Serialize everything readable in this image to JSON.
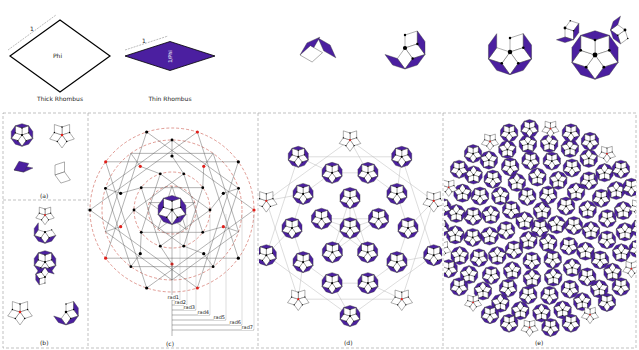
{
  "diagram": {
    "labels": [
      "1",
      "Phi",
      "Thick Rhombus",
      "1",
      "1/Phi",
      "Thin Rhombus",
      "(a)",
      "(b)",
      "(c)",
      "(d)",
      "(e)",
      "rad1",
      "rad2",
      "rad3",
      "rad4",
      "rad5",
      "rad6",
      "rad7"
    ]
  }
}
